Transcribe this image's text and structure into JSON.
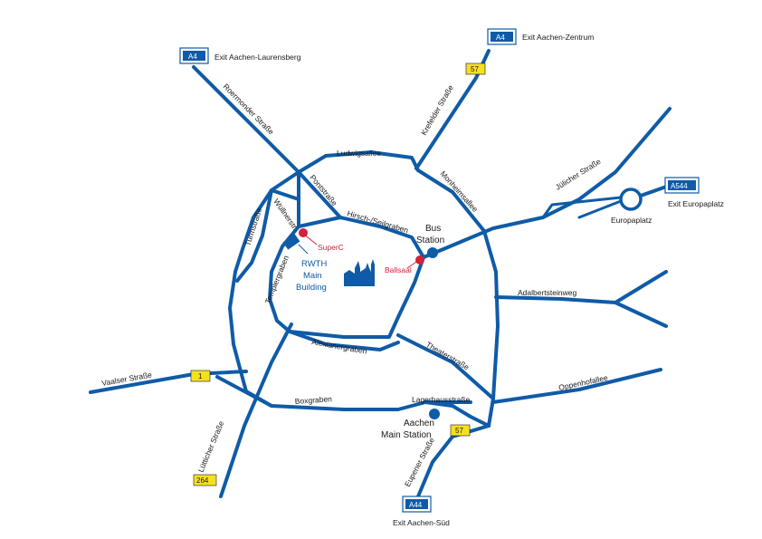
{
  "colors": {
    "road": "#0f5ba7",
    "marker": "#d4213d",
    "highway_shield": "#0f5ba7",
    "route_shield": "#f5e020"
  },
  "exits": {
    "laurensberg": {
      "shield": "A4",
      "label": "Exit Aachen-Laurensberg"
    },
    "zentrum": {
      "shield": "A4",
      "label": "Exit Aachen-Zentrum"
    },
    "europaplatz": {
      "shield": "A544",
      "label": "Exit Europaplatz"
    },
    "sued": {
      "shield": "A44",
      "label": "Exit Aachen-Süd"
    }
  },
  "route_shields": {
    "r57_north": "57",
    "r1": "1",
    "r57_south": "57",
    "r264": "264"
  },
  "streets": {
    "roermonder": "Roermonder Straße",
    "krefelder": "Krefelder Straße",
    "ludwigsallee": "Ludwigsallee",
    "monheimsallee": "Monheimsallee",
    "juelicher": "Jülicher Straße",
    "pontstrasse": "Pontstraße",
    "wuellnerstr": "Wüllnerstr.",
    "turmstrasse": "Turmstraße",
    "hirsch": "Hirsch-/Seilgraben",
    "templergraben": "Templergraben",
    "adalbertsteinweg": "Adalbertsteinweg",
    "alexianergraben": "Alexianergraben",
    "theaterstrasse": "Theaterstraße",
    "vaalser": "Vaalser Straße",
    "oppenhofallee": "Oppenhofallee",
    "boxgraben": "Boxgraben",
    "lagerhaus": "Lagerhausstraße",
    "luetticher": "Lütticher Straße",
    "eupener": "Eupener Straße"
  },
  "places": {
    "europaplatz": "Europaplatz",
    "bus_station": [
      "Bus",
      "Station"
    ],
    "main_station": [
      "Aachen",
      "Main Station"
    ],
    "rwth_main": [
      "RWTH",
      "Main",
      "Building"
    ]
  },
  "markers": {
    "superc": "SuperC",
    "ballsaal": "Ballsaal"
  },
  "icons": {
    "cathedral": "cathedral-icon",
    "rwth_building": "building-icon",
    "bus_station": "station-dot-icon",
    "main_station": "station-dot-icon",
    "roundabout": "roundabout-icon"
  }
}
